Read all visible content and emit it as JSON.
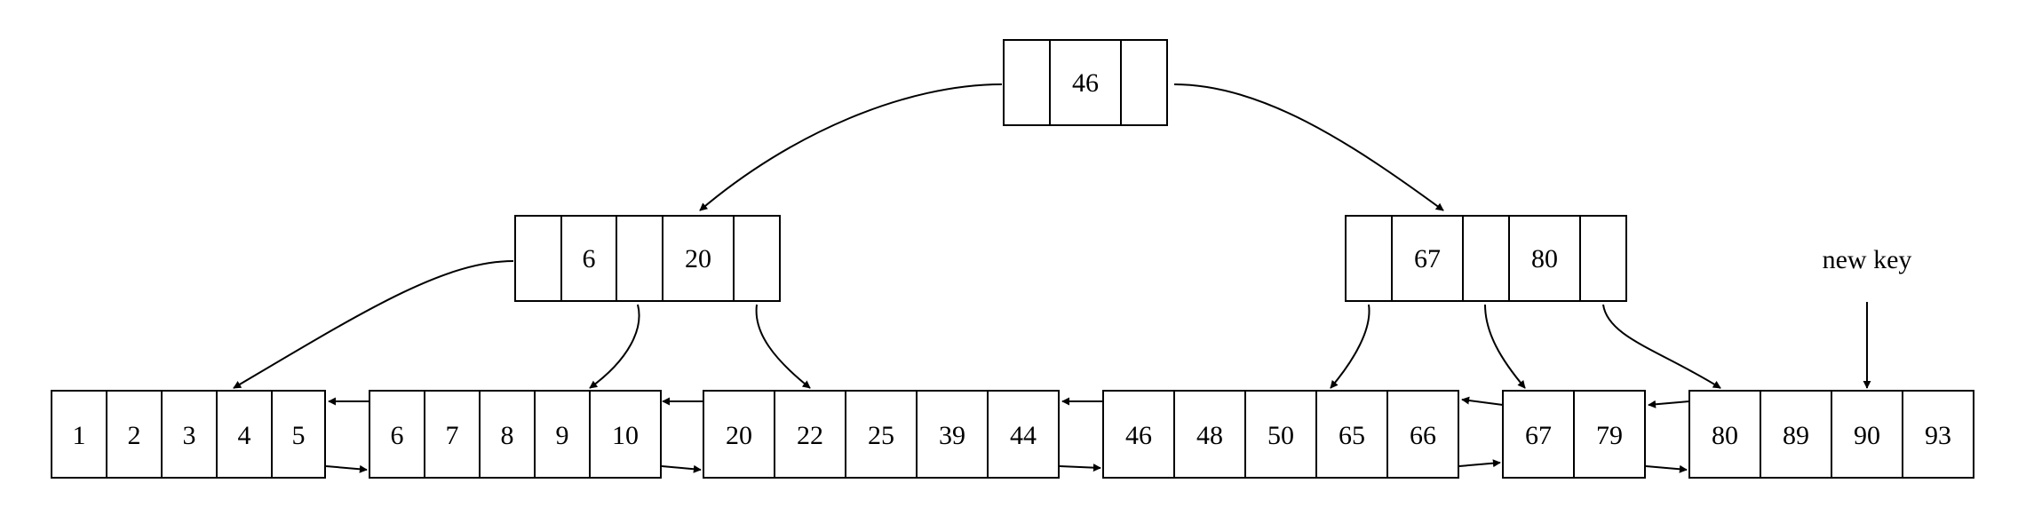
{
  "tree": {
    "root": {
      "keys": [
        "46"
      ]
    },
    "internal": [
      {
        "keys": [
          "6",
          "20"
        ]
      },
      {
        "keys": [
          "67",
          "80"
        ]
      }
    ],
    "leaves": [
      {
        "keys": [
          "1",
          "2",
          "3",
          "4",
          "5"
        ]
      },
      {
        "keys": [
          "6",
          "7",
          "8",
          "9",
          "10"
        ]
      },
      {
        "keys": [
          "20",
          "22",
          "25",
          "39",
          "44"
        ]
      },
      {
        "keys": [
          "46",
          "48",
          "50",
          "65",
          "66"
        ]
      },
      {
        "keys": [
          "67",
          "79"
        ]
      },
      {
        "keys": [
          "80",
          "89",
          "90",
          "93"
        ]
      }
    ]
  },
  "annotation": {
    "label": "new key"
  },
  "colors": {
    "line": "#000000",
    "fill": "#ffffff"
  }
}
